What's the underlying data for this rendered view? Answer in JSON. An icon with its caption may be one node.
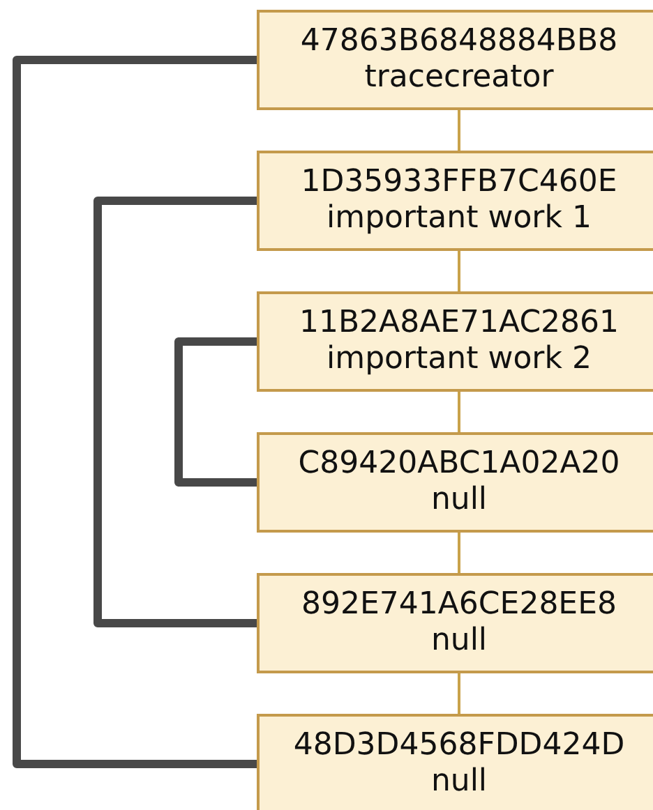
{
  "diagram": {
    "nodes": [
      {
        "text": [
          "47863B6848884BB8",
          "tracecreator"
        ]
      },
      {
        "text": [
          "1D35933FFB7C460E",
          "important work 1"
        ]
      },
      {
        "text": [
          "11B2A8AE71AC2861",
          "important work 2"
        ]
      },
      {
        "text": [
          "C89420ABC1A02A20",
          "null"
        ]
      },
      {
        "text": [
          "892E741A6CE28EE8",
          "null"
        ]
      },
      {
        "text": [
          "48D3D4568FDD424D",
          "null"
        ]
      }
    ],
    "edges": [
      {
        "from": 0,
        "to": 1,
        "arrow": "none"
      },
      {
        "from": 1,
        "to": 2,
        "arrow": "none"
      },
      {
        "from": 2,
        "to": 3,
        "arrow": "none"
      },
      {
        "from": 3,
        "to": 4,
        "arrow": "none"
      },
      {
        "from": 4,
        "to": 5,
        "arrow": "none"
      },
      {
        "from": 0,
        "to": 5,
        "arrow": "none",
        "style": "thick",
        "color": "#484848"
      },
      {
        "from": 1,
        "to": 4,
        "arrow": "none",
        "style": "thick",
        "color": "#484848"
      },
      {
        "from": 2,
        "to": 3,
        "arrow": "none",
        "style": "thick",
        "color": "#484848"
      }
    ]
  }
}
